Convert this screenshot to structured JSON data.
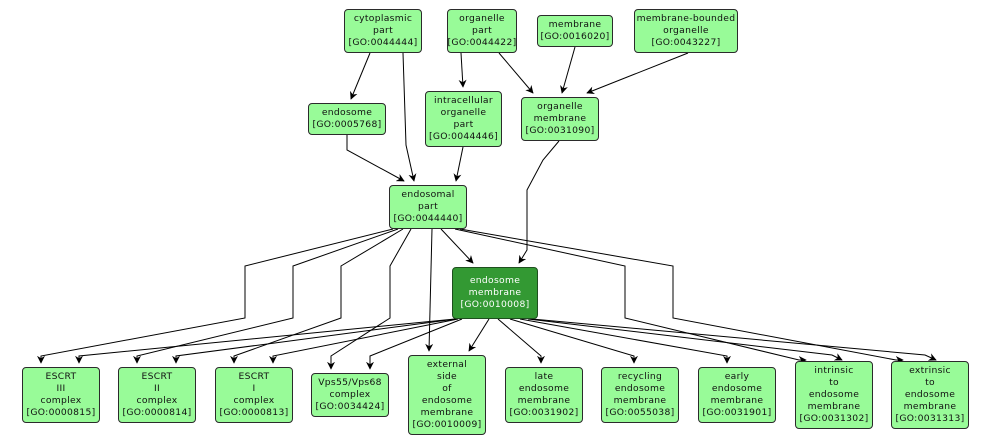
{
  "graph": {
    "title": "GO term ancestry graph",
    "nodes": [
      {
        "id": "GO:0044444",
        "lines": [
          "cytoplasmic",
          "part",
          "[GO:0044444]"
        ],
        "focus": false
      },
      {
        "id": "GO:0044422",
        "lines": [
          "organelle",
          "part",
          "[GO:0044422]"
        ],
        "focus": false
      },
      {
        "id": "GO:0016020",
        "lines": [
          "membrane",
          "[GO:0016020]"
        ],
        "focus": false
      },
      {
        "id": "GO:0043227",
        "lines": [
          "membrane-bounded",
          "organelle",
          "[GO:0043227]"
        ],
        "focus": false
      },
      {
        "id": "GO:0005768",
        "lines": [
          "endosome",
          "[GO:0005768]"
        ],
        "focus": false
      },
      {
        "id": "GO:0044446",
        "lines": [
          "intracellular",
          "organelle",
          "part",
          "[GO:0044446]"
        ],
        "focus": false
      },
      {
        "id": "GO:0031090",
        "lines": [
          "organelle",
          "membrane",
          "[GO:0031090]"
        ],
        "focus": false
      },
      {
        "id": "GO:0044440",
        "lines": [
          "endosomal",
          "part",
          "[GO:0044440]"
        ],
        "focus": false
      },
      {
        "id": "GO:0010008",
        "lines": [
          "endosome",
          "membrane",
          "[GO:0010008]"
        ],
        "focus": true
      },
      {
        "id": "GO:0000815",
        "lines": [
          "ESCRT",
          "III",
          "complex",
          "[GO:0000815]"
        ],
        "focus": false
      },
      {
        "id": "GO:0000814",
        "lines": [
          "ESCRT",
          "II",
          "complex",
          "[GO:0000814]"
        ],
        "focus": false
      },
      {
        "id": "GO:0000813",
        "lines": [
          "ESCRT",
          "I",
          "complex",
          "[GO:0000813]"
        ],
        "focus": false
      },
      {
        "id": "GO:0034424",
        "lines": [
          "Vps55/Vps68",
          "complex",
          "[GO:0034424]"
        ],
        "focus": false
      },
      {
        "id": "GO:0010009",
        "lines": [
          "external",
          "side",
          "of",
          "endosome",
          "membrane",
          "[GO:0010009]"
        ],
        "focus": false
      },
      {
        "id": "GO:0031902",
        "lines": [
          "late",
          "endosome",
          "membrane",
          "[GO:0031902]"
        ],
        "focus": false
      },
      {
        "id": "GO:0055038",
        "lines": [
          "recycling",
          "endosome",
          "membrane",
          "[GO:0055038]"
        ],
        "focus": false
      },
      {
        "id": "GO:0031901",
        "lines": [
          "early",
          "endosome",
          "membrane",
          "[GO:0031901]"
        ],
        "focus": false
      },
      {
        "id": "GO:0031302",
        "lines": [
          "intrinsic",
          "to",
          "endosome",
          "membrane",
          "[GO:0031302]"
        ],
        "focus": false
      },
      {
        "id": "GO:0031313",
        "lines": [
          "extrinsic",
          "to",
          "endosome",
          "membrane",
          "[GO:0031313]"
        ],
        "focus": false
      }
    ],
    "edges": [
      {
        "from": "GO:0044444",
        "to": "GO:0005768"
      },
      {
        "from": "GO:0044444",
        "to": "GO:0044440"
      },
      {
        "from": "GO:0044422",
        "to": "GO:0044446"
      },
      {
        "from": "GO:0044422",
        "to": "GO:0031090"
      },
      {
        "from": "GO:0016020",
        "to": "GO:0031090"
      },
      {
        "from": "GO:0043227",
        "to": "GO:0031090"
      },
      {
        "from": "GO:0005768",
        "to": "GO:0044440"
      },
      {
        "from": "GO:0044446",
        "to": "GO:0044440"
      },
      {
        "from": "GO:0031090",
        "to": "GO:0010008"
      },
      {
        "from": "GO:0044440",
        "to": "GO:0010008"
      },
      {
        "from": "GO:0044440",
        "to": "GO:0000815"
      },
      {
        "from": "GO:0044440",
        "to": "GO:0000814"
      },
      {
        "from": "GO:0044440",
        "to": "GO:0000813"
      },
      {
        "from": "GO:0044440",
        "to": "GO:0034424"
      },
      {
        "from": "GO:0044440",
        "to": "GO:0010009"
      },
      {
        "from": "GO:0044440",
        "to": "GO:0031302"
      },
      {
        "from": "GO:0044440",
        "to": "GO:0031313"
      },
      {
        "from": "GO:0010008",
        "to": "GO:0000815"
      },
      {
        "from": "GO:0010008",
        "to": "GO:0000814"
      },
      {
        "from": "GO:0010008",
        "to": "GO:0000813"
      },
      {
        "from": "GO:0010008",
        "to": "GO:0034424"
      },
      {
        "from": "GO:0010008",
        "to": "GO:0010009"
      },
      {
        "from": "GO:0010008",
        "to": "GO:0031902"
      },
      {
        "from": "GO:0010008",
        "to": "GO:0055038"
      },
      {
        "from": "GO:0010008",
        "to": "GO:0031901"
      },
      {
        "from": "GO:0010008",
        "to": "GO:0031302"
      },
      {
        "from": "GO:0010008",
        "to": "GO:0031313"
      }
    ]
  }
}
